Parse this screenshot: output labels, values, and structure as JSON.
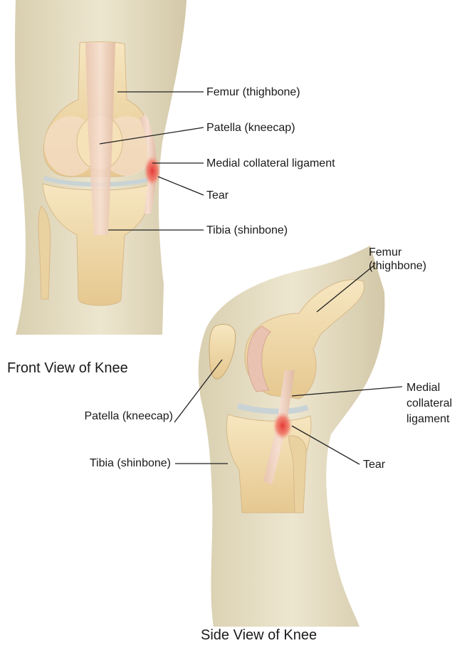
{
  "front_view": {
    "caption": "Front View of Knee",
    "labels": {
      "femur": "Femur (thighbone)",
      "patella": "Patella (kneecap)",
      "mcl": "Medial collateral ligament",
      "tear": "Tear",
      "tibia": "Tibia (shinbone)"
    }
  },
  "side_view": {
    "caption": "Side View of Knee",
    "labels": {
      "femur": [
        "Femur",
        "(thighbone)"
      ],
      "patella": "Patella (kneecap)",
      "mcl": [
        "Medial",
        "collateral",
        "ligament"
      ],
      "tear": "Tear",
      "tibia": "Tibia (shinbone)"
    }
  },
  "colors": {
    "skin": "#e6dcc0",
    "bone": "#f0dcae",
    "ligament": "#ecc9b8",
    "tear": "#e53935",
    "leader_line": "#222222"
  }
}
